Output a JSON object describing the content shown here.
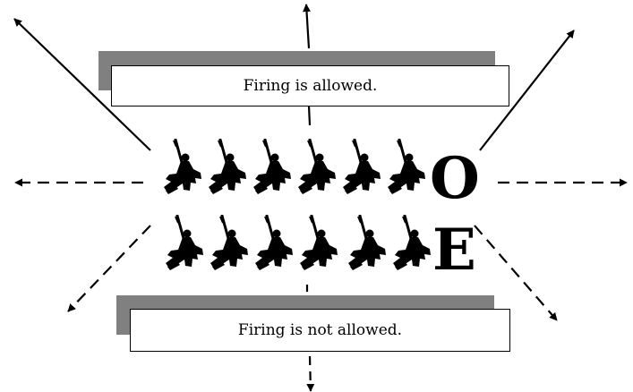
{
  "colors": {
    "ink": "#000000",
    "shadow": "#808080",
    "background": "#ffffff"
  },
  "callouts": {
    "top": {
      "text": "Firing is allowed."
    },
    "bottom": {
      "text": "Firing is not allowed."
    }
  },
  "formation": {
    "rows": [
      {
        "soldier_count": 6,
        "letter": "O"
      },
      {
        "soldier_count": 6,
        "letter": "E"
      }
    ],
    "icon": "kneeling-soldier-with-rifle-icon"
  },
  "arrows": {
    "solid_directions": [
      "up-left",
      "up",
      "up-right"
    ],
    "dashed_directions": [
      "left",
      "right",
      "down-left",
      "down",
      "down-right"
    ]
  }
}
